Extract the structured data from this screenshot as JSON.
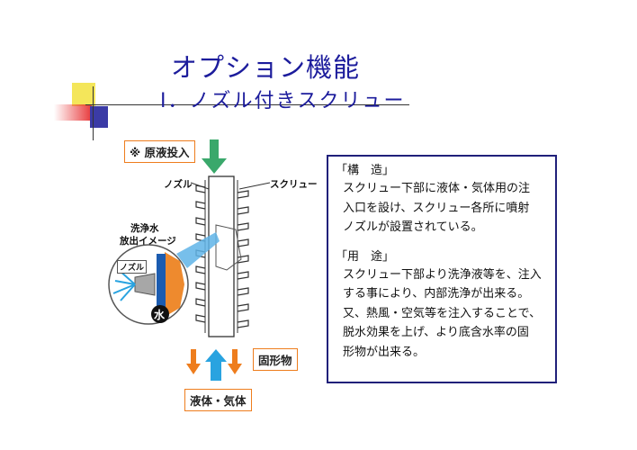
{
  "header": {
    "title": "オプション機能",
    "subtitle": "Ⅰ．ノズル付きスクリュー"
  },
  "diagram": {
    "source_label": "※ 原液投入",
    "nozzle_label": "ノズル",
    "screw_label": "スクリュー",
    "wash_label_line1": "洗浄水",
    "wash_label_line2": "放出イメージ",
    "inset_nozzle_label": "ノズル",
    "water_label": "水",
    "solid_label": "固形物",
    "liquid_label": "液体・気体"
  },
  "description": {
    "structure_heading": "「構　造」",
    "structure_lines": [
      "スクリュー下部に液体・気体用の注",
      "入口を設け、スクリュー各所に噴射",
      "ノズルが設置されている。"
    ],
    "use_heading": "「用　途」",
    "use_lines": [
      "スクリュー下部より洗浄液等を、注入",
      "する事により、内部洗浄が出来る。",
      "又、熱風・空気等を注入することで、",
      "脱水効果を上げ、より底含水率の固",
      "形物が出来る。"
    ]
  },
  "colors": {
    "title": "#1c1c9c",
    "orange": "#ee7d1d",
    "green": "#3aa86b",
    "blue": "#29a3e0",
    "frame": "#20207a"
  }
}
